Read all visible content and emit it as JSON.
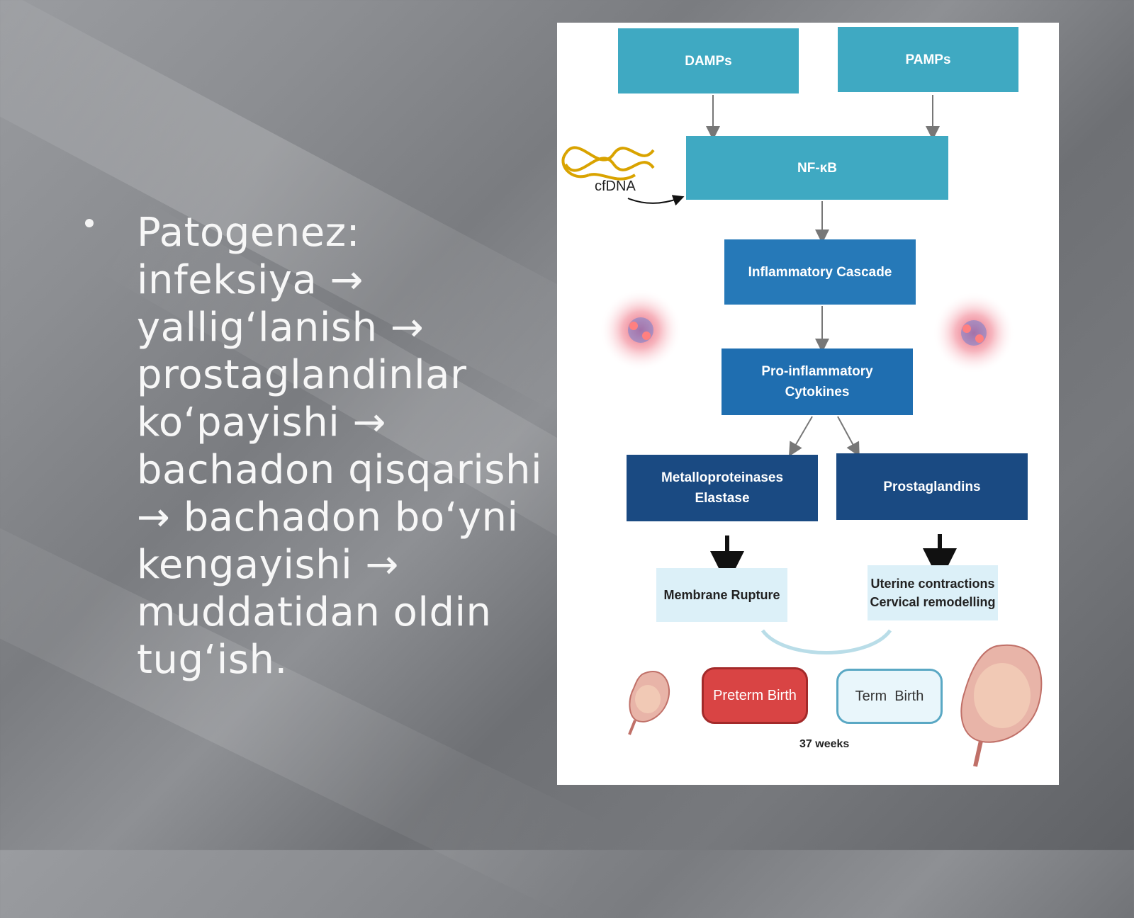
{
  "slide": {
    "bullet_text": "Patogenez: infeksiya → yallig‘lanish → prostaglandinlar ko‘payishi → bachadon qisqarishi → bachadon bo‘yni kengayishi → muddatidan oldin tug‘ish."
  },
  "diagram": {
    "damps": "DAMPs",
    "pamps": "PAMPs",
    "nfkb": "NF-κB",
    "cfdna": "cfDNA",
    "inflammatory_cascade": "Inflammatory Cascade",
    "cytokines_line1": "Pro-inflammatory",
    "cytokines_line2": "Cytokines",
    "mmp_line1": "Metalloproteinases",
    "mmp_line2": "Elastase",
    "prostaglandins": "Prostaglandins",
    "membrane_rupture": "Membrane Rupture",
    "uterine_line1": "Uterine contractions",
    "uterine_line2": "Cervical remodelling",
    "preterm_birth": "Preterm Birth",
    "term_birth": "Term  Birth",
    "weeks": "37 weeks",
    "colors": {
      "light_box": "#3fa9c2",
      "mid_box": "#2679b8",
      "dark_box": "#1a4a82",
      "outcome_box": "#dcf0f8",
      "preterm": "#d94444",
      "term": "#e9f6fb"
    }
  }
}
